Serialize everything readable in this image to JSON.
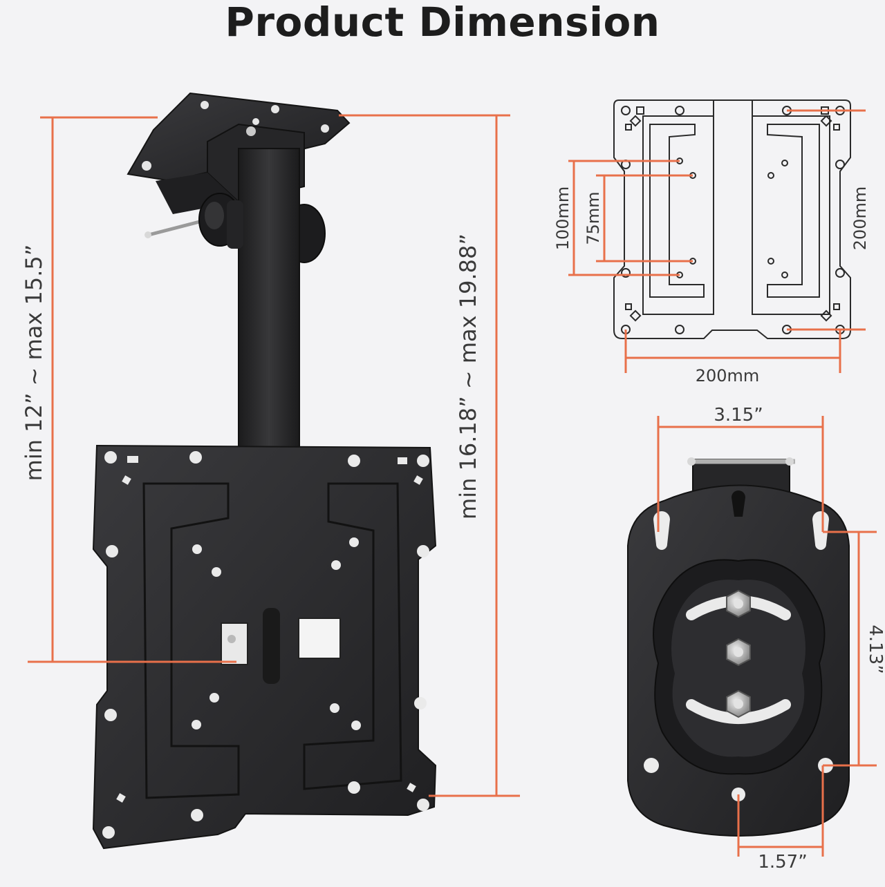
{
  "title": "Product Dimension",
  "colors": {
    "accent": "#e8704a",
    "metal": "#2b2b2d",
    "background": "#f3f3f5",
    "text": "#1d1d1d"
  },
  "mount": {
    "height_label": "min 12” ~ max 15.5”",
    "total_height_label": "min 16.18” ~ max 19.88”"
  },
  "vesa_plate": {
    "width_label": "200mm",
    "height_label": "200mm",
    "inner_large_label": "100mm",
    "inner_small_label": "75mm"
  },
  "bracket": {
    "top_width_label": "3.15”",
    "side_height_label": "4.13”",
    "bottom_width_label": "1.57”"
  }
}
